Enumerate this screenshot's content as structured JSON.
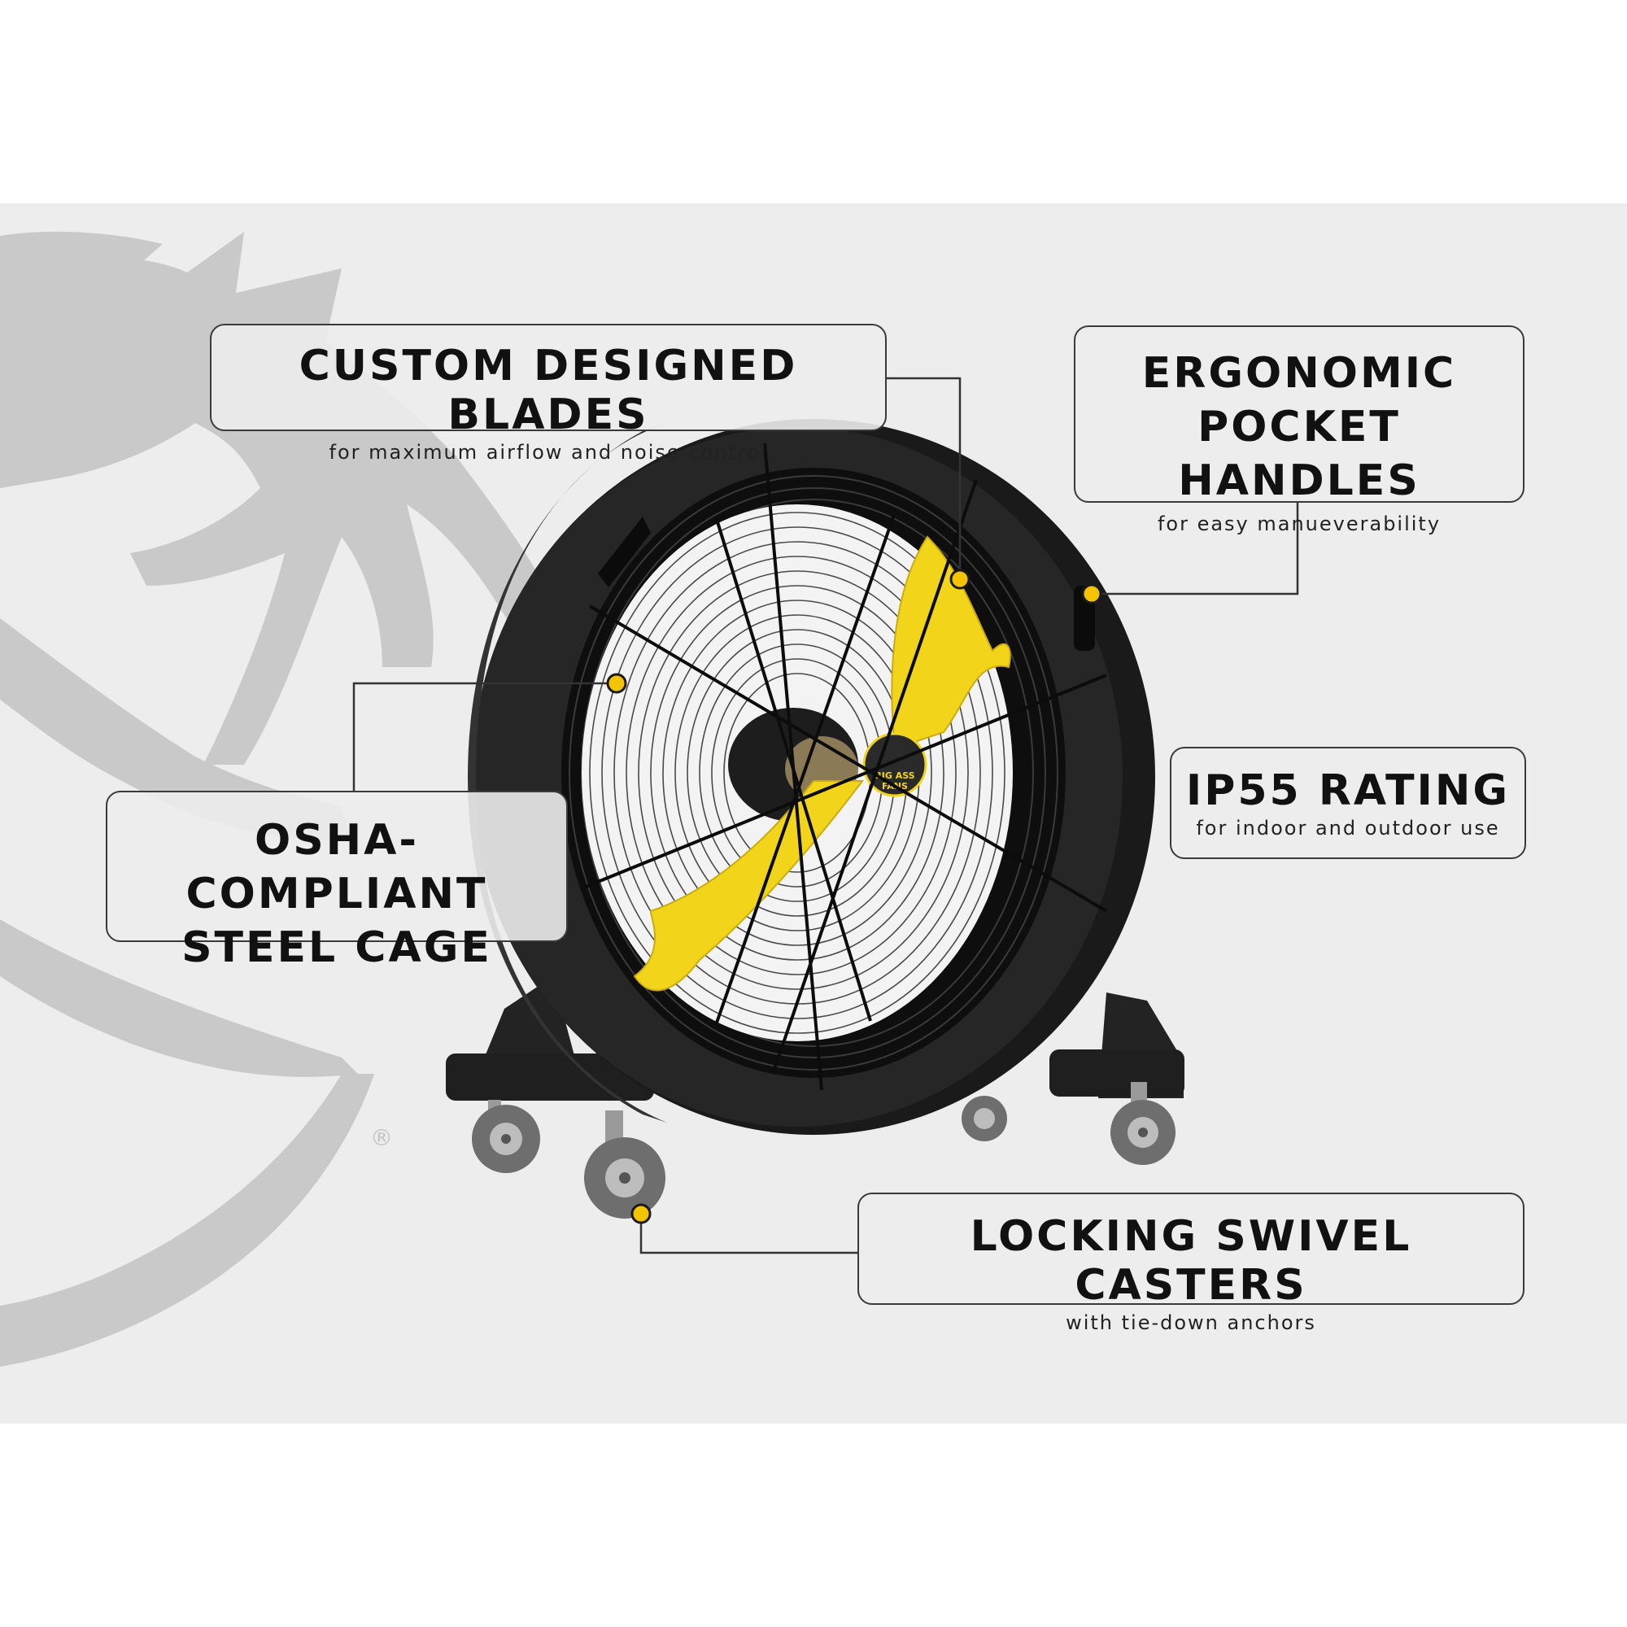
{
  "callouts": {
    "blades": {
      "title": "CUSTOM DESIGNED BLADES",
      "subtitle": "for maximum airflow and noise control"
    },
    "handles": {
      "title_line1": "ERGONOMIC",
      "title_line2": "POCKET HANDLES",
      "subtitle": "for easy manueverability"
    },
    "cage": {
      "title_line1": "OSHA-COMPLIANT",
      "title_line2": "STEEL CAGE"
    },
    "ip55": {
      "title": "IP55 RATING",
      "subtitle": "for indoor and outdoor use"
    },
    "casters": {
      "title": "LOCKING SWIVEL CASTERS",
      "subtitle": "with tie-down anchors"
    }
  },
  "hub_logo": {
    "line1": "BIG ASS",
    "line2": "FANS"
  },
  "registered_mark": "®",
  "colors": {
    "background": "#ffffff",
    "band": "#ededed",
    "watermark": "#c9c9c9",
    "fan_body": "#1c1c1c",
    "blade_yellow": "#f2d51b",
    "marker_yellow": "#f5c400",
    "text": "#111111"
  },
  "icons": [
    "donkey-watermark-icon",
    "callout-marker-icon",
    "fan-hub-logo-icon"
  ]
}
